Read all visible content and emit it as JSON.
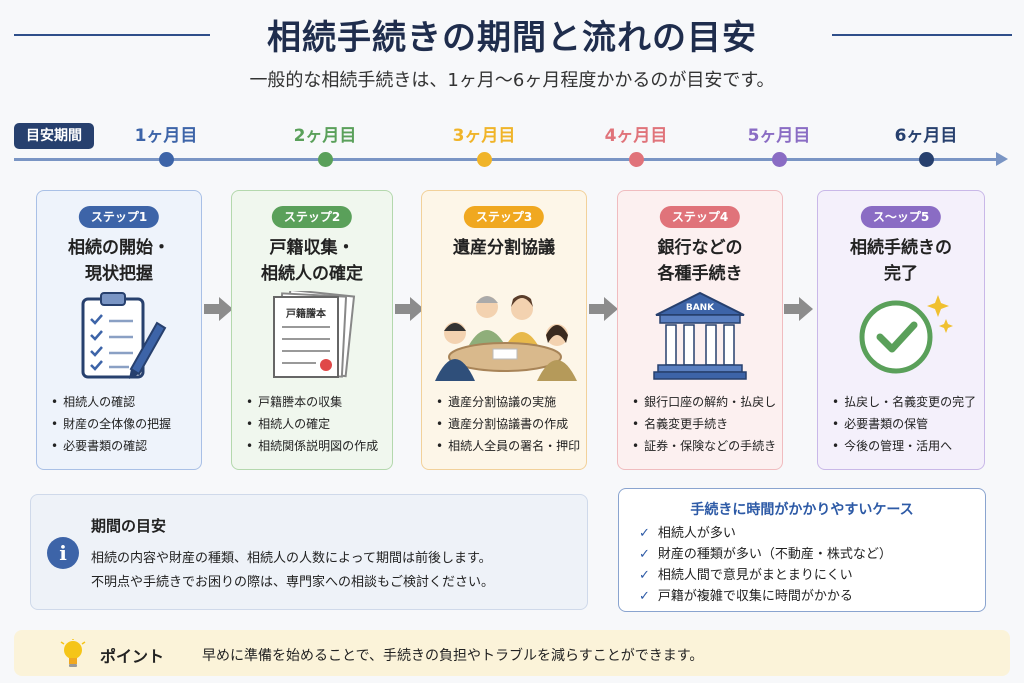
{
  "header": {
    "title": "相続手続きの期間と流れの目安",
    "subtitle": "一般的な相続手続きは、1ヶ月〜6ヶ月程度かかるのが目安です。"
  },
  "timeline": {
    "label": "目安期間",
    "months": [
      {
        "label": "1ヶ月目",
        "color": "#3d64a8"
      },
      {
        "label": "2ヶ月目",
        "color": "#5aa05a"
      },
      {
        "label": "3ヶ月目",
        "color": "#f0b429"
      },
      {
        "label": "4ヶ月目",
        "color": "#e0737a"
      },
      {
        "label": "5ヶ月目",
        "color": "#8a6cc4"
      },
      {
        "label": "6ヶ月目",
        "color": "#27406e"
      }
    ]
  },
  "steps": [
    {
      "badge": "ステップ1",
      "title1": "相続の開始・",
      "title2": "現状把握",
      "items": [
        "相続人の確認",
        "財産の全体像の把握",
        "必要書類の確認"
      ],
      "accent": "#3d64a8",
      "bg": "#eef3fb",
      "border": "#a9c0e6",
      "icon": "clipboard-checklist-icon"
    },
    {
      "badge": "ステップ2",
      "title1": "戸籍収集・",
      "title2": "相続人の確定",
      "doc_label": "戸籍謄本",
      "items": [
        "戸籍謄本の収集",
        "相続人の確定",
        "相続関係説明図の作成"
      ],
      "accent": "#5aa05a",
      "bg": "#f0f7ee",
      "border": "#b4d8ad",
      "icon": "document-stack-icon"
    },
    {
      "badge": "ステップ3",
      "title1": "遺産分割協議",
      "title2": "",
      "items": [
        "遺産分割協議の実施",
        "遺産分割協議書の作成",
        "相続人全員の署名・押印"
      ],
      "accent": "#f0a820",
      "bg": "#fdf6e8",
      "border": "#f2d19a",
      "icon": "family-meeting-icon"
    },
    {
      "badge": "ステップ4",
      "title1": "銀行などの",
      "title2": "各種手続き",
      "bank_label": "BANK",
      "items": [
        "銀行口座の解約・払戻し",
        "名義変更手続き",
        "証券・保険などの手続き"
      ],
      "accent": "#e0737a",
      "bg": "#fcf0f0",
      "border": "#f0bcbf",
      "icon": "bank-building-icon"
    },
    {
      "badge": "ス〜ップ5",
      "title1": "相続手続きの",
      "title2": "完了",
      "items": [
        "払戻し・名義変更の完了",
        "必要書類の保管",
        "今後の管理・活用へ"
      ],
      "accent": "#8a6cc4",
      "bg": "#f4f0fb",
      "border": "#c9b8e8",
      "icon": "check-circle-icon"
    }
  ],
  "info": {
    "title": "期間の目安",
    "line1": "相続の内容や財産の種類、相続人の人数によって期間は前後します。",
    "line2": "不明点や手続きでお困りの際は、専門家への相談もご検討ください。"
  },
  "cases": {
    "title": "手続きに時間がかかりやすいケース",
    "items": [
      "相続人が多い",
      "財産の種類が多い（不動産・株式など）",
      "相続人間で意見がまとまりにくい",
      "戸籍が複雑で収集に時間がかかる"
    ]
  },
  "point": {
    "label": "ポイント",
    "text": "早めに準備を始めることで、手続きの負担やトラブルを減らすことができます。"
  }
}
